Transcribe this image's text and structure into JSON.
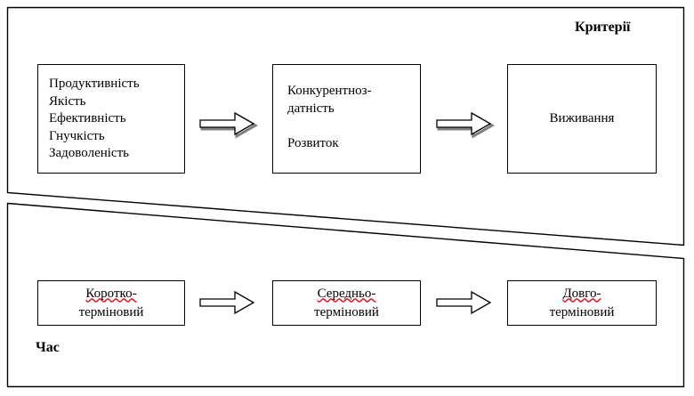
{
  "diagram": {
    "title_upper": "Критерії",
    "title_lower": "Час",
    "upper_panel": {
      "label": "Критерії",
      "boxes": [
        {
          "name": "criteria-inputs",
          "lines": [
            "Продуктивність",
            "Якість",
            "Ефективність",
            "Гнучкість",
            "Задоволеність"
          ]
        },
        {
          "name": "competitiveness",
          "lines": [
            "Конкурентноз-",
            "датність",
            "",
            "Розвиток"
          ]
        },
        {
          "name": "survival",
          "lines": [
            "Виживання"
          ]
        }
      ],
      "arrows": [
        "arrow-right-1",
        "arrow-right-2"
      ]
    },
    "lower_panel": {
      "label": "Час",
      "boxes": [
        {
          "name": "short-term",
          "line1": "Коротко-",
          "line2": "терміновий",
          "line1_misspelled": true
        },
        {
          "name": "mid-term",
          "line1": "Середньо-",
          "line2": "терміновий",
          "line1_misspelled": true
        },
        {
          "name": "long-term",
          "line1": "Довго-",
          "line2": "терміновий",
          "line1_misspelled": true
        }
      ],
      "arrows": [
        "arrow-right-3",
        "arrow-right-4"
      ]
    },
    "colors": {
      "stroke": "#000000",
      "background": "#ffffff",
      "spellcheck_underline": "#e81123",
      "arrow_shadow": "#808080"
    }
  }
}
